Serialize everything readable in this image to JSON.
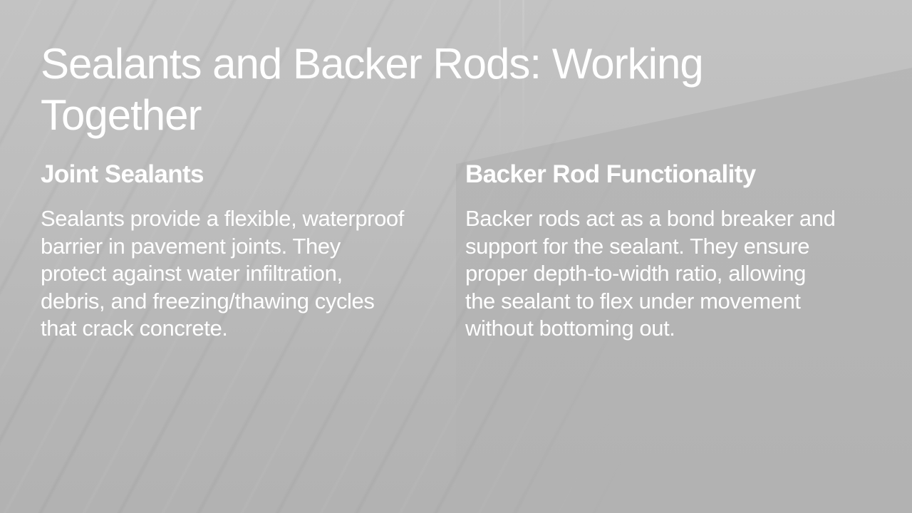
{
  "slide": {
    "title": "Sealants and Backer Rods: Working Together",
    "columns": [
      {
        "heading": "Joint Sealants",
        "body": "Sealants provide a flexible, waterproof barrier in pavement joints. They protect against water infiltration, debris, and freezing/thawing cycles that crack concrete."
      },
      {
        "heading": "Backer Rod Functionality",
        "body": "Backer rods act as a bond breaker and support for the sealant. They ensure proper depth-to-width ratio, allowing the sealant to flex under movement without bottoming out."
      }
    ]
  },
  "theme": {
    "text_color": "#ffffff",
    "background_top": "#c3c3c3",
    "background_bottom": "#b2b2b2"
  }
}
